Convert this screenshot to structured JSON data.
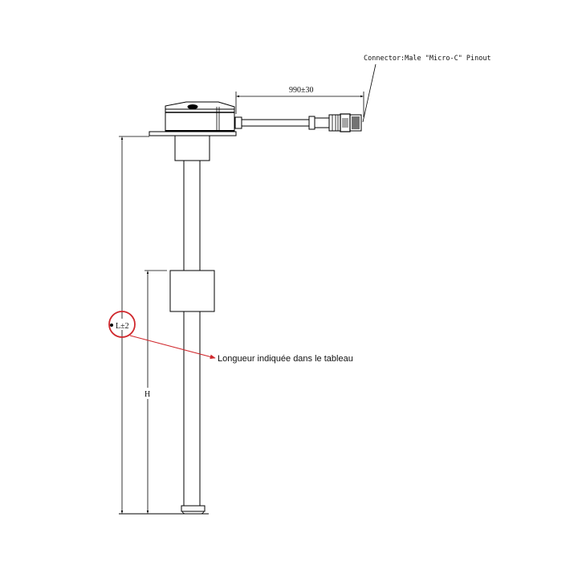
{
  "drawing": {
    "connector_label": "Connector:Male \"Micro-C\" Pinout",
    "cable_length_label": "990±30",
    "total_length_label": "L±2",
    "height_label": "H",
    "annotation_text": "Longueur indiquée dans le tableau",
    "colors": {
      "line": "#000000",
      "annotation": "#d0282d",
      "background": "#ffffff"
    }
  }
}
